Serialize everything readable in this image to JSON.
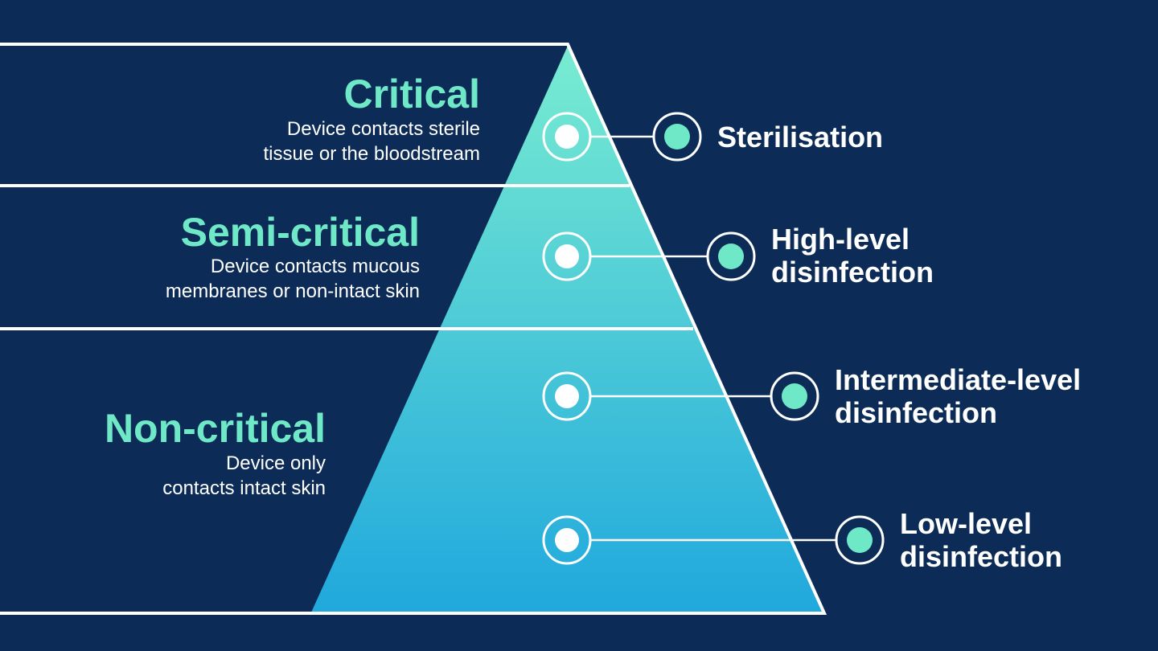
{
  "colors": {
    "background": "#0c2c57",
    "accent": "#6fe8c8",
    "pyramid_top": "#79ecd1",
    "pyramid_bottom": "#20a8dd",
    "lines": "#ffffff"
  },
  "tiers": [
    {
      "title": "Critical",
      "description_lines": [
        "Device contacts sterile",
        "tissue or the bloodstream"
      ]
    },
    {
      "title": "Semi-critical",
      "description_lines": [
        "Device contacts mucous",
        "membranes or non-intact skin"
      ]
    },
    {
      "title": "Non-critical",
      "description_lines": [
        "Device only",
        "contacts intact skin"
      ]
    }
  ],
  "levels": [
    {
      "label_lines": [
        "Sterilisation"
      ]
    },
    {
      "label_lines": [
        "High-level",
        "disinfection"
      ]
    },
    {
      "label_lines": [
        "Intermediate-level",
        "disinfection"
      ]
    },
    {
      "label_lines": [
        "Low-level",
        "disinfection"
      ]
    }
  ]
}
